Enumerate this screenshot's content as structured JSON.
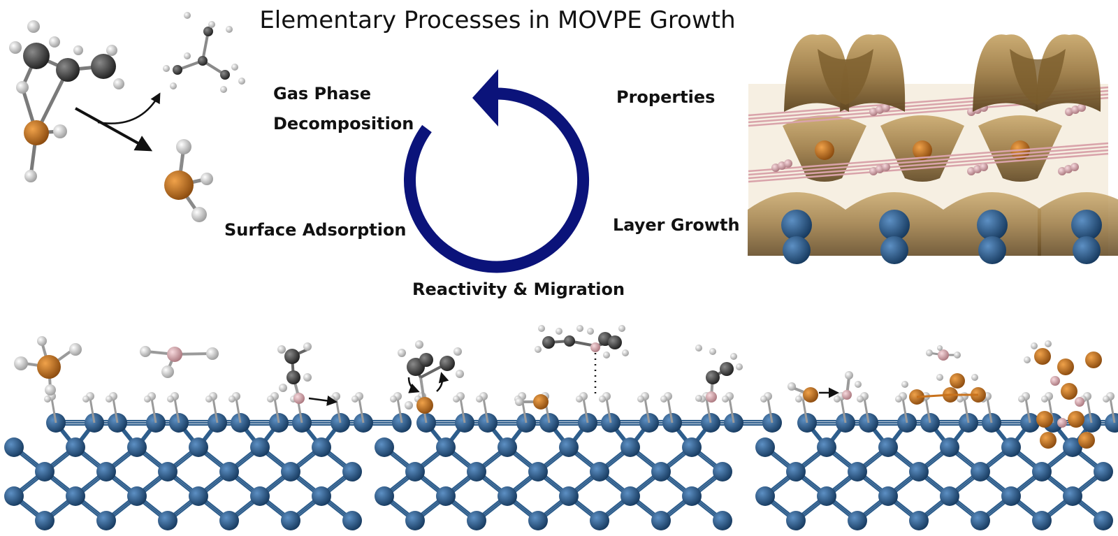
{
  "title": "Elementary Processes in MOVPE Growth",
  "labels": {
    "gas_phase_line1": "Gas Phase",
    "gas_phase_line2": "Decomposition",
    "properties": "Properties",
    "surface_adsorption": "Surface Adsorption",
    "layer_growth": "Layer Growth",
    "reactivity_migration": "Reactivity & Migration"
  },
  "colors": {
    "cycle_arrow": "#0b137a",
    "carbon": "#3a3a3a",
    "hydrogen": "#d8d8d8",
    "phosphorus": "#c8721c",
    "boron": "#d9a3aa",
    "silicon": "#2a5f94",
    "density_surface": "#9c7b45"
  },
  "icons": {
    "cycle": "circular-arrow-icon",
    "reaction_arrow": "reaction-arrow-icon",
    "migration_arrow": "migration-arrow-icon",
    "rotation_arrow": "rotation-arrow-icon"
  }
}
